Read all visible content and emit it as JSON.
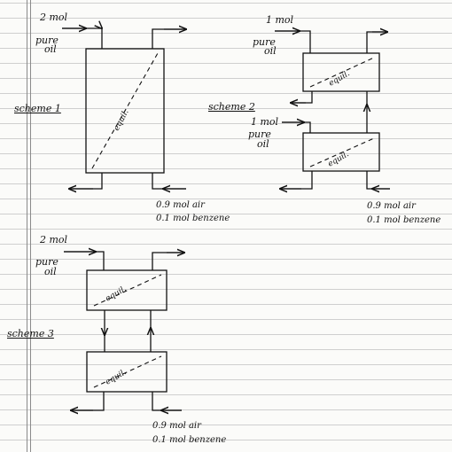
{
  "scheme1": {
    "title": "scheme 1",
    "feed_amount": "2 mol",
    "feed_line1": "pure",
    "feed_line2": "oil",
    "equil_label": "equil.",
    "gas_air": "0.9 mol air",
    "gas_benzene": "0.1 mol benzene"
  },
  "scheme2": {
    "title": "scheme 2",
    "top_feed_amount": "1 mol",
    "top_feed_line1": "pure",
    "top_feed_line2": "oil",
    "bottom_feed_amount": "1 mol",
    "bottom_feed_line1": "pure",
    "bottom_feed_line2": "oil",
    "equil_label": "equil.",
    "gas_air": "0.9 mol air",
    "gas_benzene": "0.1 mol benzene"
  },
  "scheme3": {
    "title": "scheme 3",
    "feed_amount": "2 mol",
    "feed_line1": "pure",
    "feed_line2": "oil",
    "equil_label": "equil.",
    "gas_air": "0.9 mol air",
    "gas_benzene": "0.1 mol benzene"
  }
}
